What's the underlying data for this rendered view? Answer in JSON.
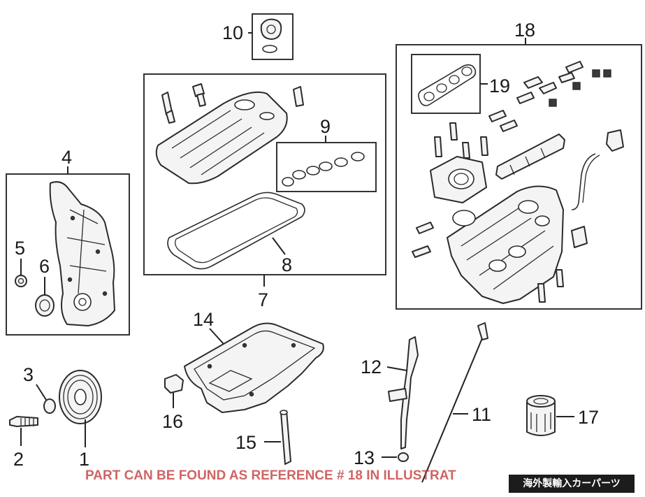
{
  "diagram": {
    "callouts": [
      "1",
      "2",
      "3",
      "4",
      "5",
      "6",
      "7",
      "8",
      "9",
      "10",
      "11",
      "12",
      "13",
      "14",
      "15",
      "16",
      "17",
      "18",
      "19"
    ],
    "watermark_text": "PART CAN BE FOUND AS REFERENCE # 18 IN ILLUSTRAT",
    "seller_badge_text": "海外製輸入カーパーツ"
  }
}
